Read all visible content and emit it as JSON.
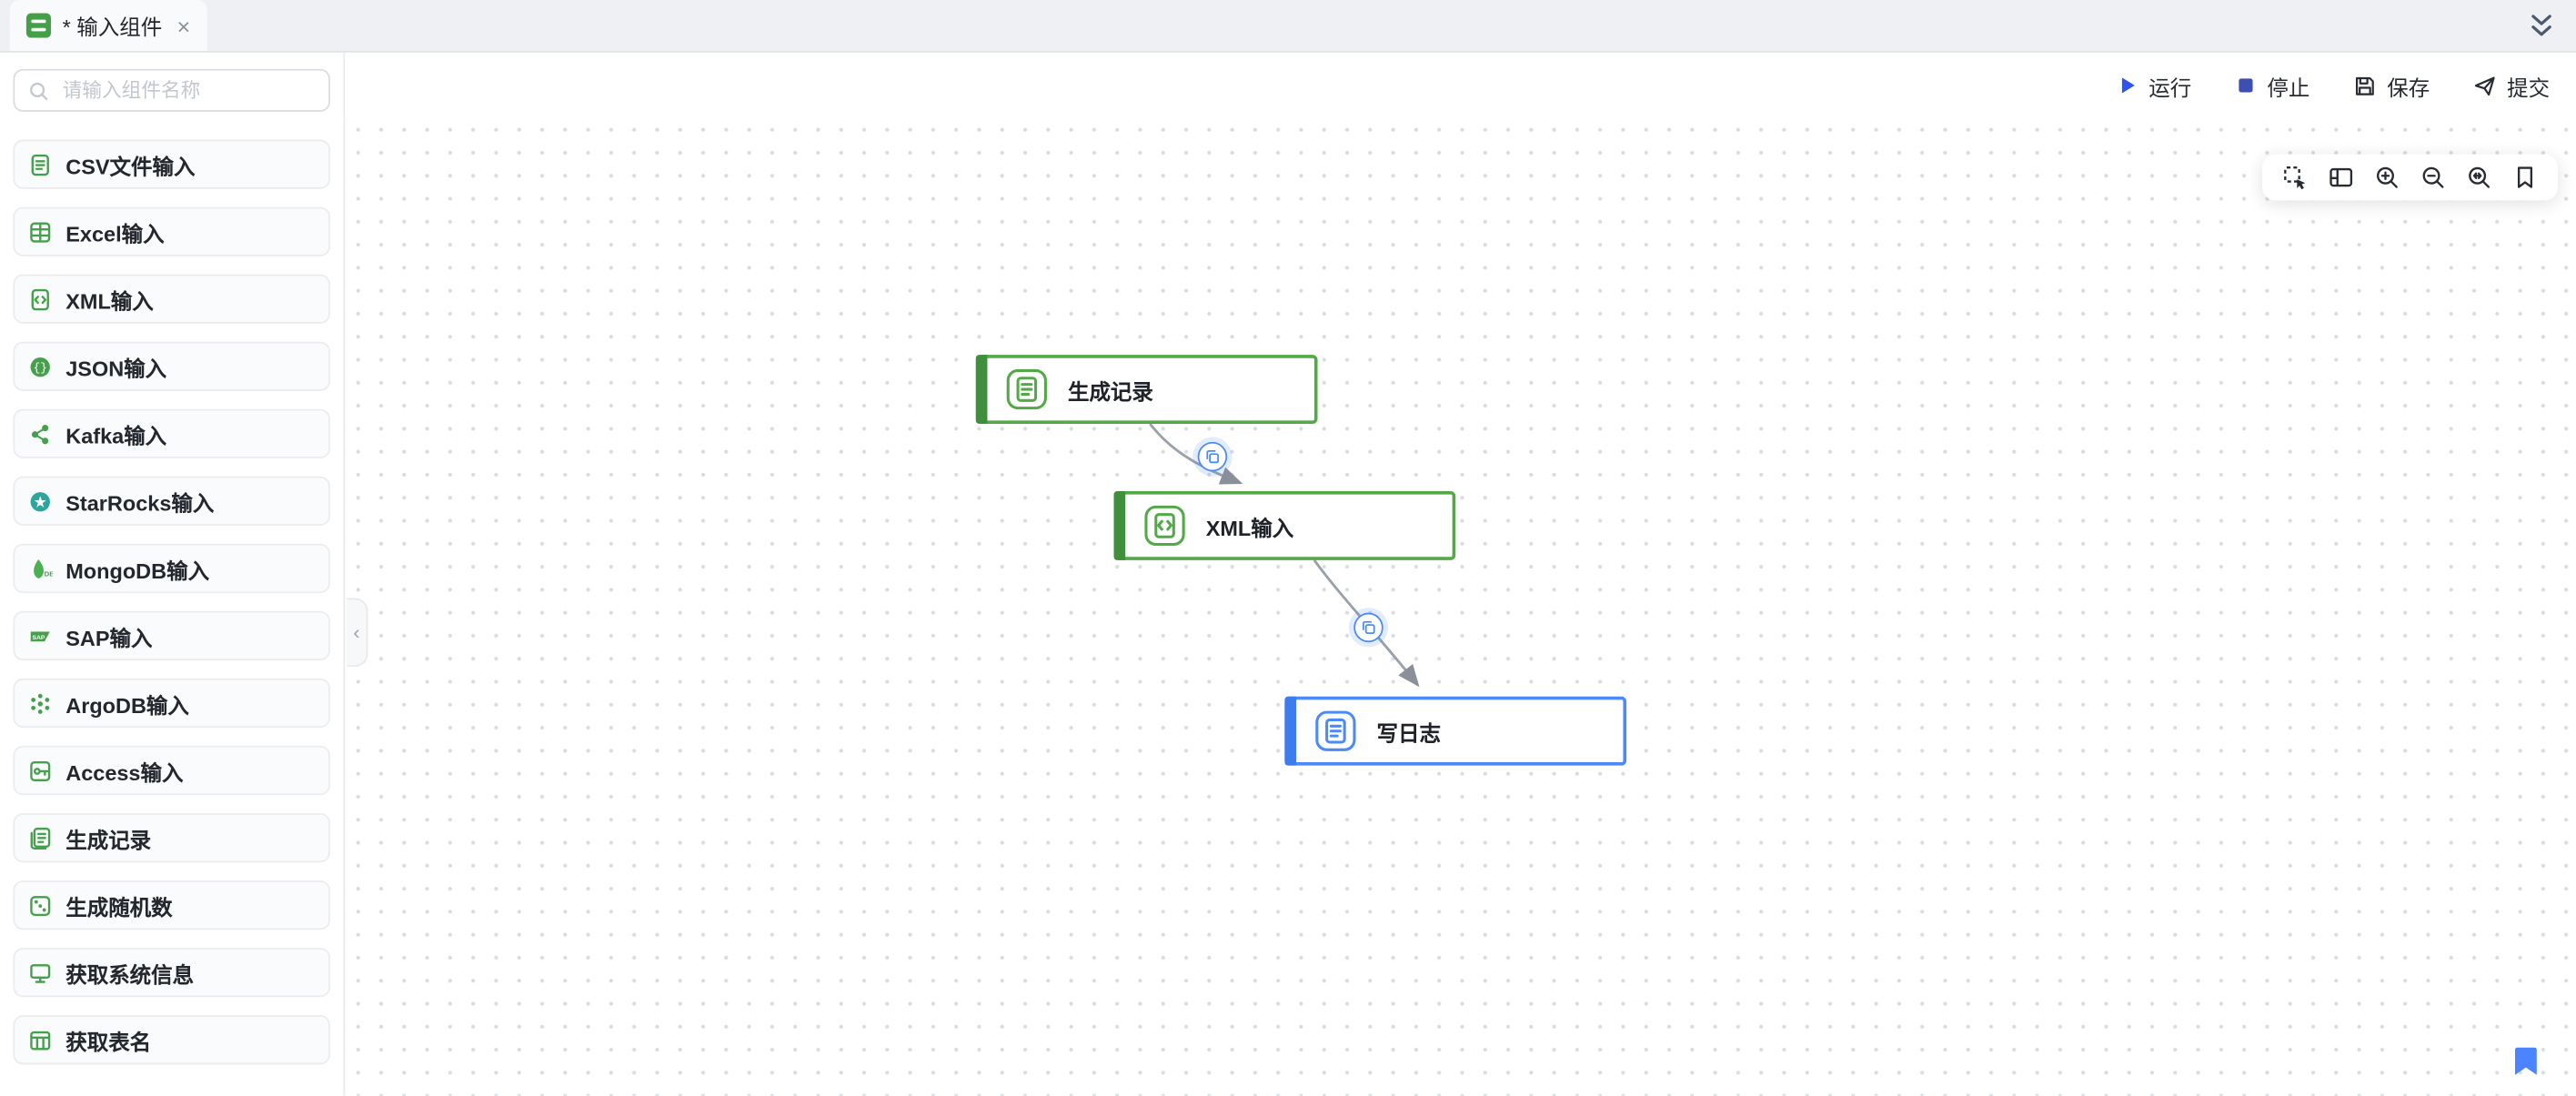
{
  "tab_bar": {
    "tab_title": "* 输入组件",
    "close_label": "×"
  },
  "header_toolbar": {
    "run_label": "运行",
    "stop_label": "停止",
    "save_label": "保存",
    "submit_label": "提交"
  },
  "sidebar": {
    "search_placeholder": "请输入组件名称",
    "collapse_label": "‹",
    "items": [
      {
        "label": "CSV文件输入",
        "icon": "csv-file-input-icon"
      },
      {
        "label": "Excel输入",
        "icon": "excel-input-icon"
      },
      {
        "label": "XML输入",
        "icon": "xml-input-icon"
      },
      {
        "label": "JSON输入",
        "icon": "json-input-icon"
      },
      {
        "label": "Kafka输入",
        "icon": "kafka-input-icon"
      },
      {
        "label": "StarRocks输入",
        "icon": "starrocks-input-icon"
      },
      {
        "label": "MongoDB输入",
        "icon": "mongodb-input-icon"
      },
      {
        "label": "SAP输入",
        "icon": "sap-input-icon"
      },
      {
        "label": "ArgoDB输入",
        "icon": "argodb-input-icon"
      },
      {
        "label": "Access输入",
        "icon": "access-input-icon"
      },
      {
        "label": "生成记录",
        "icon": "generate-records-icon"
      },
      {
        "label": "生成随机数",
        "icon": "generate-random-icon"
      },
      {
        "label": "获取系统信息",
        "icon": "system-info-icon"
      },
      {
        "label": "获取表名",
        "icon": "table-name-icon"
      }
    ]
  },
  "canvas": {
    "nodes": [
      {
        "label": "生成记录",
        "type": "generate-records",
        "color": "#53A948"
      },
      {
        "label": "XML输入",
        "type": "xml-input",
        "color": "#53A948"
      },
      {
        "label": "写日志",
        "type": "write-log",
        "color": "#4C8BF5"
      }
    ],
    "edges": [
      {
        "from": "生成记录",
        "to": "XML输入"
      },
      {
        "from": "XML输入",
        "to": "写日志"
      }
    ]
  },
  "colors": {
    "node_green": "#53A948",
    "node_green_bar": "#3F8F3C",
    "node_blue": "#4C8BF5",
    "edge_gray": "#9AA1A9",
    "run_blue": "#2F54EB",
    "stop_indigo": "#3D4FB0",
    "bookmark_blue": "#4C84FF",
    "sidebar_icon_green": "#44A04A",
    "tabbar_bg": "#EEF0F3"
  }
}
